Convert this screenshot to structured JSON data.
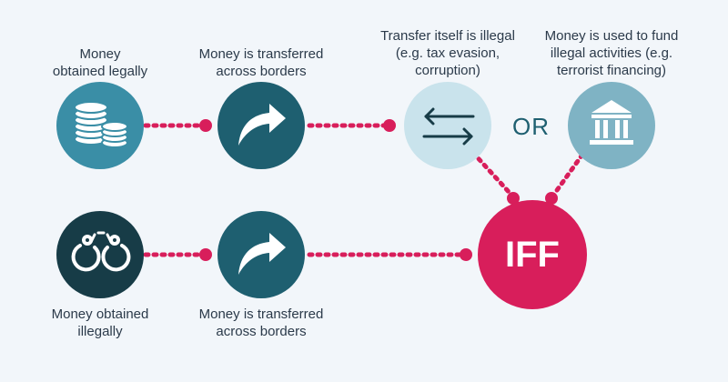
{
  "labels": {
    "money_legal": "Money\nobtained legally",
    "transfer_top": "Money is transferred\nacross borders",
    "transfer_illegal": "Transfer itself is illegal\n(e.g. tax evasion,\ncorruption)",
    "fund_illegal": "Money is used to fund\nillegal activities (e.g.\nterrorist financing)",
    "money_illegal": "Money obtained\nillegally",
    "transfer_bottom": "Money is transferred\nacross borders"
  },
  "or_text": "OR",
  "iff_text": "IFF",
  "icons": {
    "coins": "coins-icon",
    "arrow": "curved-arrow-icon",
    "exchange": "exchange-arrows-icon",
    "bank": "bank-building-icon",
    "handcuffs": "handcuffs-icon"
  },
  "colors": {
    "teal_light_blue": "#3a8ea6",
    "teal_dark": "#1e5f70",
    "navy_dark": "#173c47",
    "pale_blue": "#c9e3ec",
    "slate_blue": "#7fb3c4",
    "magenta": "#d81e5b",
    "text": "#2b3a4a"
  }
}
